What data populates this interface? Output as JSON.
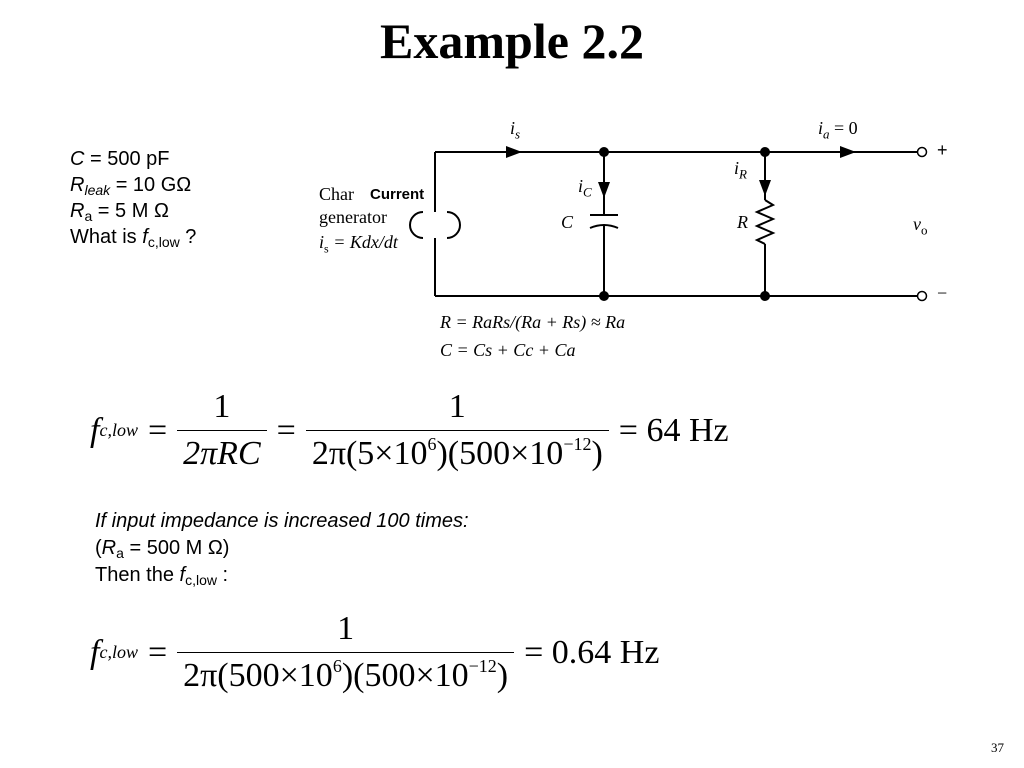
{
  "title": "Example 2.2",
  "params": {
    "c_sym": "C",
    "c_val": " = 500 pF",
    "rleak_sym": "R",
    "rleak_sub": "leak",
    "rleak_val": " = 10 GΩ",
    "ra_sym": "R",
    "ra_sub": "a",
    "ra_val": " = 5 M Ω",
    "question_pre": "What is ",
    "question_sym": "f",
    "question_sub": "c,low",
    "question_post": " ?"
  },
  "circuit": {
    "source_line1": "Char",
    "overlay": "Current",
    "source_line2": "generator",
    "source_line3": "i",
    "source_line3_sub": "s",
    "source_line3_rest": " = Kdx/dt",
    "is_label": "i",
    "is_sub": "s",
    "ia_label": "i",
    "ia_sub": "a",
    "ia_rest": " = 0",
    "ic_label": "i",
    "ic_sub": "C",
    "ir_label": "i",
    "ir_sub": "R",
    "c_label": "C",
    "r_label": "R",
    "vo_label": "v",
    "vo_sub": "o",
    "plus": "+",
    "minus": "−",
    "eq_r": "R = RaRs/(Ra + Rs) ≈ Ra",
    "eq_c": "C = Cs + Cc + Ca"
  },
  "eq1": {
    "f": "f",
    "sub": "c,low",
    "eq": "=",
    "num1": "1",
    "den1": "2πRC",
    "num2": "1",
    "den2_a": "2π(5×10",
    "den2_exp1": "6",
    "den2_b": ")(500×10",
    "den2_exp2": "−12",
    "den2_c": ")",
    "result": "= 64 Hz"
  },
  "note": {
    "line1": "If input impedance is increased 100 times:",
    "l2_pre": "(",
    "l2_sym": "R",
    "l2_sub": "a",
    "l2_post": " = 500 M Ω)",
    "l3_pre": "Then the ",
    "l3_sym": "f",
    "l3_sub": "c,low",
    "l3_post": " :"
  },
  "eq2": {
    "f": "f",
    "sub": "c,low",
    "eq": "=",
    "num": "1",
    "den_a": "2π(500×10",
    "den_exp1": "6",
    "den_b": ")(500×10",
    "den_exp2": "−12",
    "den_c": ")",
    "result": "= 0.64 Hz"
  },
  "page_number": "37"
}
